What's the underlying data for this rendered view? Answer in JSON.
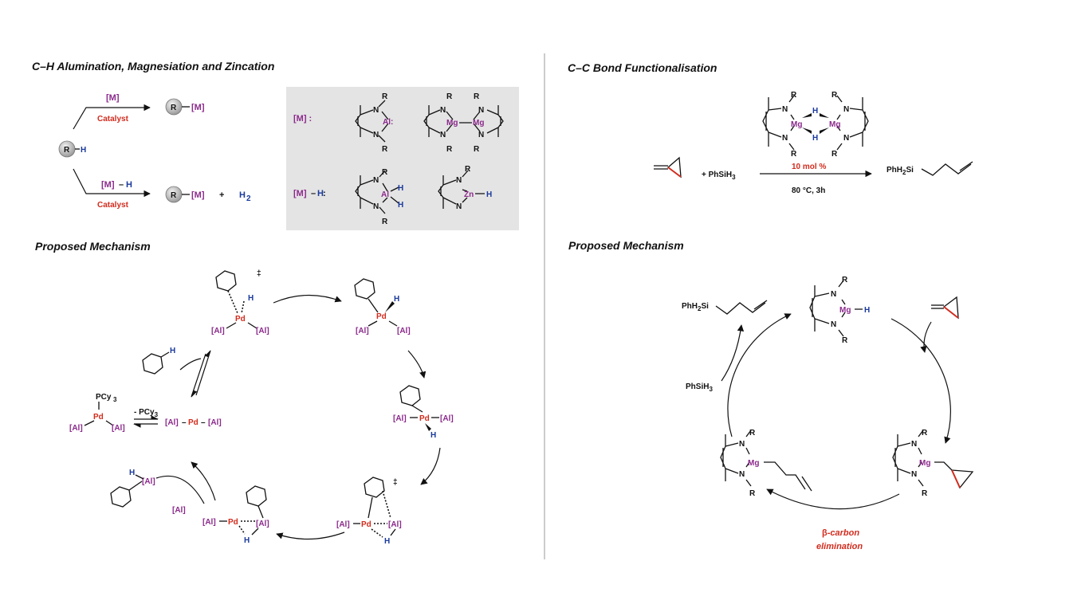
{
  "left": {
    "heading": "C–H Alumination, Magnesiation and Zincation",
    "scheme": {
      "RH": {
        "R": "R",
        "H": "H"
      },
      "top_reagent": "[M]",
      "top_catalyst": "Catalyst",
      "top_product_R": "R",
      "top_product_M": "[M]",
      "bottom_reagent_M": "[M]",
      "bottom_reagent_dash": "–",
      "bottom_reagent_H": "H",
      "bottom_catalyst": "Catalyst",
      "bottom_product_R": "R",
      "bottom_product_M": "[M]",
      "plus": "+",
      "H2": "H",
      "H2_sub": "2"
    },
    "panel": {
      "row1_label": "[M] :",
      "row2_label_M": "[M]",
      "row2_label_dash": "–",
      "row2_label_H": "H",
      "row2_label_colon": " :",
      "atoms": {
        "R": "R",
        "N": "N",
        "Al": "Al:",
        "Al2": "Al",
        "Mg": "Mg",
        "Zn": "Zn",
        "H": "H"
      }
    },
    "mechanism_heading": "Proposed Mechanism",
    "mech": {
      "dagger": "‡",
      "Pd": "Pd",
      "Al": "[Al]",
      "H": "H",
      "PCy3": "PCy",
      "PCy3_sub": "3",
      "minus_PCy3": "- PCy",
      "minus_PCy3_sub": "3",
      "linear_Al_left": "[Al]",
      "linear_dash": "–",
      "linear_Pd": "Pd",
      "linear_Al_right": "[Al]"
    }
  },
  "right": {
    "heading": "C–C Bond Functionalisation",
    "scheme": {
      "reagent": "+ PhSiH",
      "reagent_sub": "3",
      "catalyst_loading": "10 mol %",
      "conditions": "80 °C, 3h",
      "product": "PhH",
      "product_sub": "2",
      "product_tail": "Si",
      "atoms": {
        "R": "R",
        "N": "N",
        "Mg": "Mg",
        "H": "H"
      }
    },
    "mechanism_heading": "Proposed Mechanism",
    "mech": {
      "product": "PhH",
      "product_sub": "2",
      "product_tail": "Si",
      "silane": "PhSiH",
      "silane_sub": "3",
      "elim_beta": "β-",
      "elim_carbon": "carbon",
      "elim_word": "elimination",
      "atoms": {
        "R": "R",
        "N": "N",
        "Mg": "Mg",
        "H": "H"
      }
    }
  },
  "colors": {
    "metal_purple": "#8b2a8b",
    "hydride_blue": "#1a3a9c",
    "highlight_red": "#d12c1e",
    "panel_gray": "#e4e4e4"
  }
}
